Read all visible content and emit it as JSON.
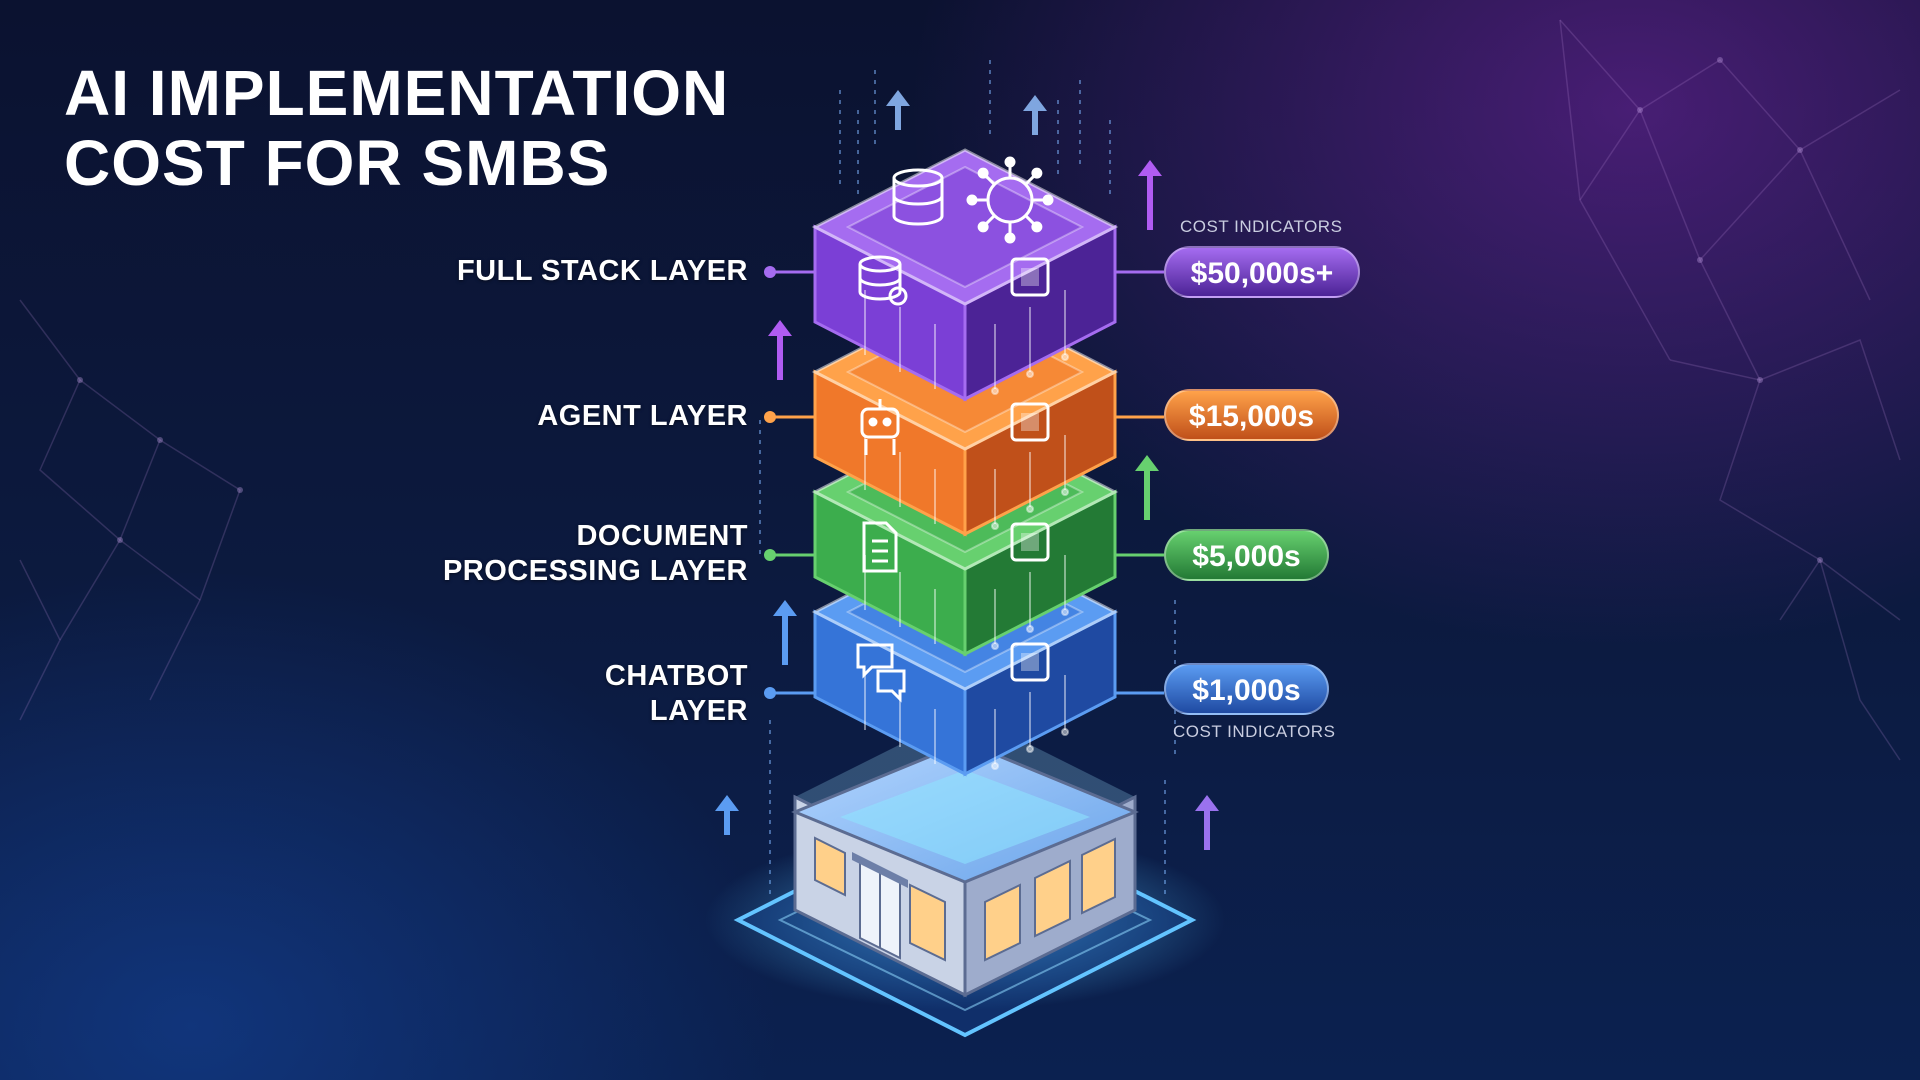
{
  "title": {
    "line1": "AI IMPLEMENTATION",
    "line2": "COST FOR SMBS"
  },
  "cost_caption_top": "COST INDICATORS",
  "cost_caption_bottom": "COST INDICATORS",
  "layers": [
    {
      "id": "full-stack",
      "label_lines": [
        "FULL STACK LAYER"
      ],
      "cost": "$50,000s+",
      "color": "#7b3fd6",
      "color_light": "#a56cf0",
      "color_dark": "#4c2396",
      "icons": [
        "database-icon",
        "ai-network-icon",
        "database-settings-icon",
        "chip-icon"
      ]
    },
    {
      "id": "agent",
      "label_lines": [
        "AGENT LAYER"
      ],
      "cost": "$15,000s",
      "color": "#f0782a",
      "color_light": "#ffa24a",
      "color_dark": "#c0501a",
      "icons": [
        "robot-icon",
        "chip-icon"
      ]
    },
    {
      "id": "document-processing",
      "label_lines": [
        "DOCUMENT",
        "PROCESSING LAYER"
      ],
      "cost": "$5,000s",
      "color": "#3cad4d",
      "color_light": "#67d06f",
      "color_dark": "#237a35",
      "icons": [
        "document-icon",
        "stacked-pages-icon"
      ]
    },
    {
      "id": "chatbot",
      "label_lines": [
        "CHATBOT",
        "LAYER"
      ],
      "cost": "$1,000s",
      "color": "#3574d8",
      "color_light": "#5b9cf2",
      "color_dark": "#1f4aa2",
      "icons": [
        "chat-bubbles-icon",
        "chip-icon"
      ]
    }
  ],
  "base": {
    "icon": "storefront-icon"
  }
}
